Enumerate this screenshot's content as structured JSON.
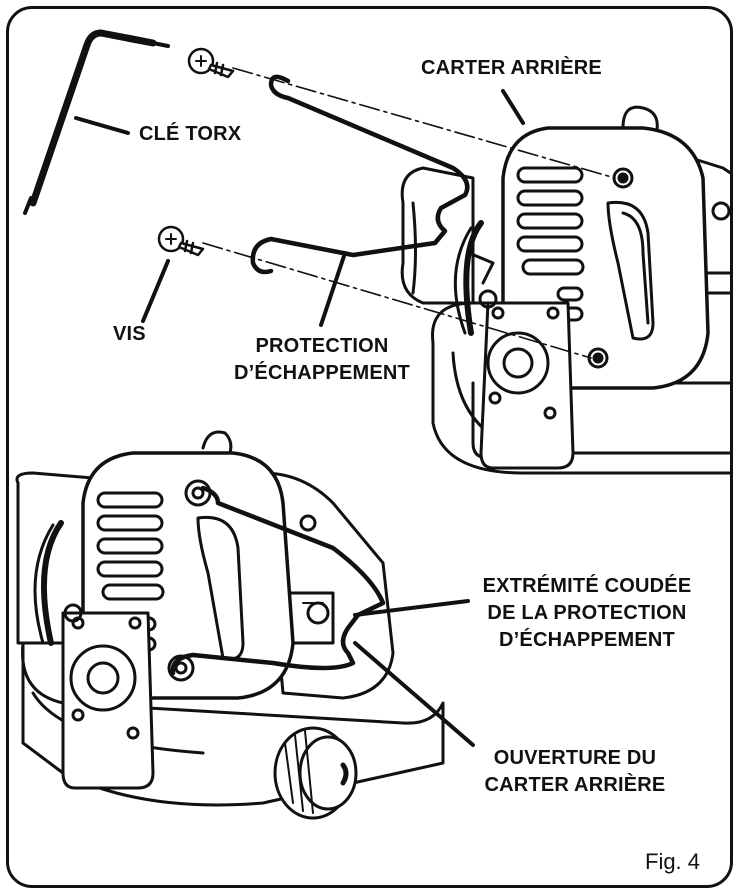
{
  "labels": {
    "rear_housing": "CARTER ARRIÈRE",
    "torx_key": "CLÉ TORX",
    "screw": "VIS",
    "exhaust_guard_line1": "PROTECTION",
    "exhaust_guard_line2": "D’ÉCHAPPEMENT",
    "bent_end_line1": "EXTRÉMITÉ COUDÉE",
    "bent_end_line2": "DE LA PROTECTION",
    "bent_end_line3": "D’ÉCHAPPEMENT",
    "opening_line1": "OUVERTURE DU",
    "opening_line2": "CARTER ARRIÈRE"
  },
  "figure_number": "Fig. 4",
  "colors": {
    "ink": "#111111",
    "paper": "#ffffff"
  }
}
